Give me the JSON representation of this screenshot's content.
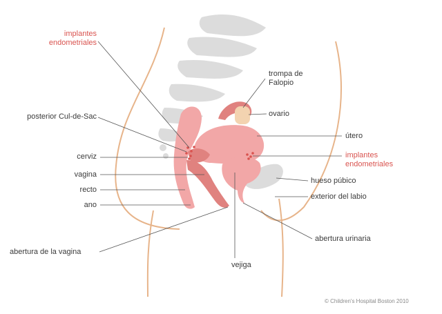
{
  "labels": {
    "implants_top": "implantes\nendometriales",
    "posterior_cul_de_sac": "posterior Cul-de-Sac",
    "cervix": "cerviz",
    "vagina": "vagina",
    "rectum": "recto",
    "anus": "ano",
    "vagina_opening": "abertura de la vagina",
    "fallopian_tube": "trompa de\nFalopio",
    "ovary": "ovario",
    "uterus": "útero",
    "implants_right": "implantes\nendometriales",
    "pubic_bone": "hueso púbico",
    "outer_labia": "exterior del labio",
    "urethral_opening": "abertura urinaria",
    "bladder": "vejiga"
  },
  "copyright": "© Children's Hospital Boston 2010",
  "colors": {
    "label_text": "#3a3a3a",
    "highlight_text": "#d9534f",
    "body_outline": "#e7b48a",
    "bone": "#dcdcdc",
    "organ_pink": "#f2a7a7",
    "organ_dark": "#e0827f",
    "ovary": "#f3d3b0",
    "leader_line": "#555555"
  }
}
